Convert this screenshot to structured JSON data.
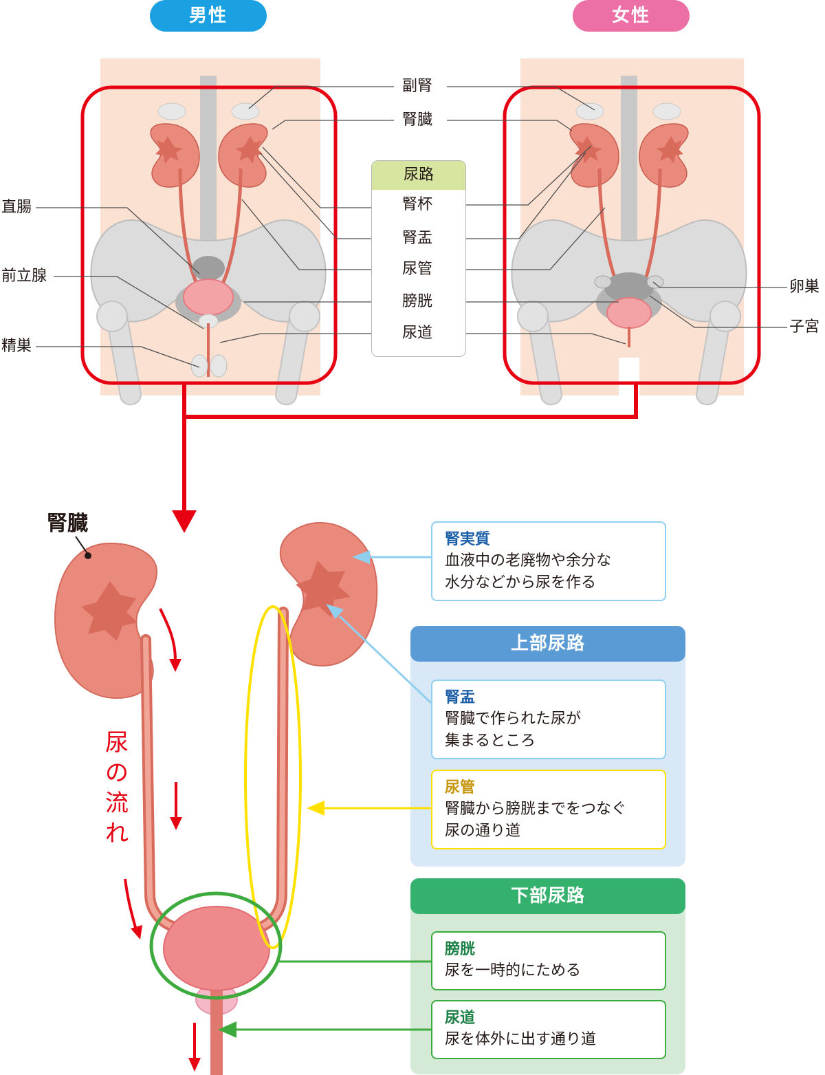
{
  "header": {
    "male": "男性",
    "female": "女性"
  },
  "anatomy_labels": {
    "adrenal": "副腎",
    "kidney": "腎臓",
    "urinary_tract_title": "尿路",
    "calyx": "腎杯",
    "pelvis": "腎盂",
    "ureter": "尿管",
    "bladder": "膀胱",
    "urethra": "尿道",
    "rectum": "直腸",
    "prostate": "前立腺",
    "testis": "精巣",
    "ovary": "卵巣",
    "uterus": "子宮"
  },
  "detail": {
    "kidney_label": "腎臓",
    "flow_label": [
      "尿",
      "の",
      "流",
      "れ"
    ]
  },
  "cards": {
    "parenchyma": {
      "title": "腎実質",
      "body": "血液中の老廃物や余分な\n水分などから尿を作る"
    },
    "upper": {
      "header": "上部尿路",
      "pelvis": {
        "title": "腎盂",
        "body": "腎臓で作られた尿が\n集まるところ"
      },
      "ureter": {
        "title": "尿管",
        "body": "腎臓から膀胱までをつなぐ\n尿の通り道"
      }
    },
    "lower": {
      "header": "下部尿路",
      "bladder": {
        "title": "膀胱",
        "body": "尿を一時的にためる"
      },
      "urethra": {
        "title": "尿道",
        "body": "尿を体外に出す通り道"
      }
    }
  },
  "colors": {
    "male_pill": "#1ba1e2",
    "female_pill": "#ec6fa6",
    "red_frame": "#e60012",
    "kidney": "#ea8a7d",
    "upper_header": "#5b9bd5",
    "upper_bg": "#d9e8f6",
    "lower_header": "#34b16c",
    "lower_bg": "#d5ead6",
    "blue_title": "#1d5fa8",
    "gold_title": "#c8960c",
    "green_title": "#1d8046",
    "yellow_line": "#ffe100",
    "green_line": "#3caa3c",
    "light_blue_line": "#8fd0f0"
  }
}
